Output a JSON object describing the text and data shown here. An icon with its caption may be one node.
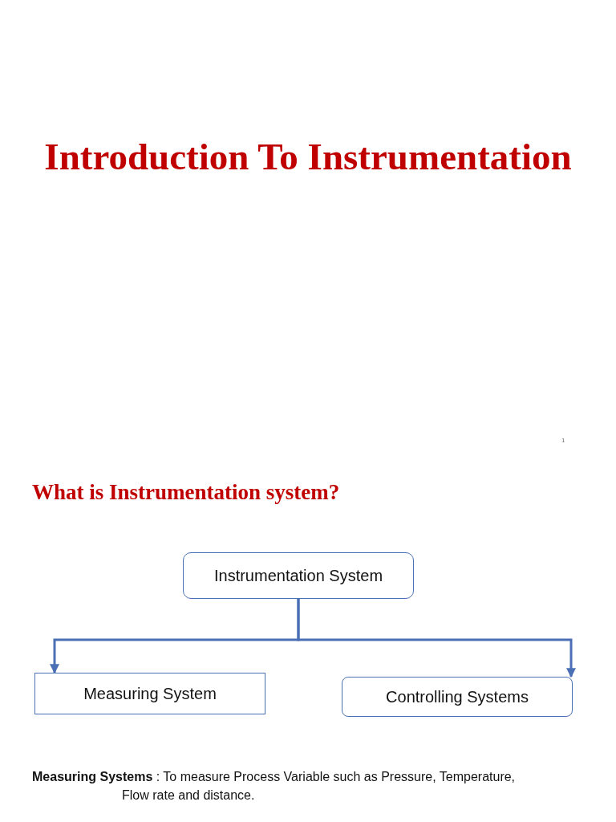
{
  "diagram": {
    "title": "Introduction To Instrumentation",
    "nodes": [
      {
        "text": [
          "Instrumentation System"
        ]
      },
      {
        "text": [
          "Measuring System"
        ]
      },
      {
        "text": [
          "Controlling Systems"
        ]
      }
    ],
    "edges": [
      {
        "from": 0,
        "to": 1,
        "arrow": "to"
      },
      {
        "from": 0,
        "to": 2,
        "arrow": "to"
      }
    ],
    "labels": [
      "1",
      "What is Instrumentation system?",
      "**Measuring Systems** : To measure Process Variable such as Pressure, Temperature, Flow rate and distance."
    ]
  }
}
